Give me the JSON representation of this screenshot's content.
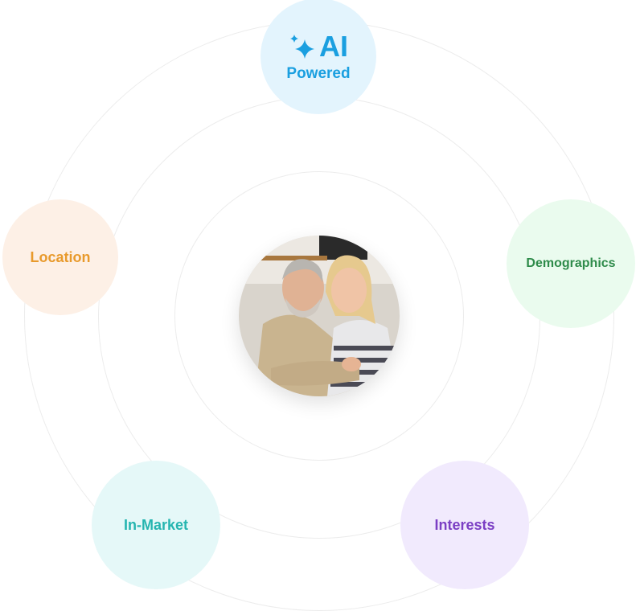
{
  "center": {
    "image": "smiling-couple-photo"
  },
  "nodes": {
    "ai": {
      "title": "AI",
      "subtitle": "Powered",
      "color": "#1a9fe0",
      "bg": "#e3f4fd"
    },
    "location": {
      "label": "Location",
      "color": "#e89a2c",
      "bg": "#fdf0e6"
    },
    "demographics": {
      "label": "Demographics",
      "color": "#2e8b4a",
      "bg": "#eafbee"
    },
    "in_market": {
      "label": "In-Market",
      "color": "#25b5b0",
      "bg": "#e5f8f8"
    },
    "interests": {
      "label": "Interests",
      "color": "#7b3fc4",
      "bg": "#f1eafd"
    }
  }
}
